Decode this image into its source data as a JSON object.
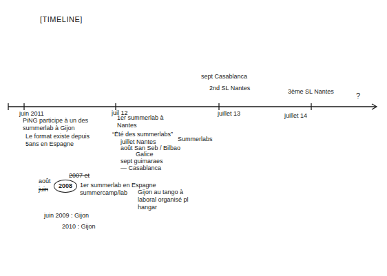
{
  "diagram": {
    "title": "[TIMELINE]",
    "nodes": [
      {
        "text": [
          "2008"
        ]
      }
    ],
    "labels": [
      "sept Casablanca",
      "2nd SL Nantes",
      "3ème SL Nantes",
      "?",
      "juin 2011",
      "PiNG participe à un des summerlab à Gijon",
      "Le format existe depuis 5ans en Espagne",
      "juil 12",
      "1er summerlab à Nantes",
      "“Été des summerlabs”",
      "juillet Nantes",
      "Summerlabs",
      "août San Seb / Bilbao",
      "Galice",
      "sept guimaraes",
      "— Casablanca",
      "juillet 13",
      "juillet 14",
      "2007 et",
      "août",
      "juin",
      "1er summerlab en Espagne summercamp/lab",
      "Gijon au tango à laboral organisé pl hangar",
      "juin 2009 : Gijon",
      "2010 : Gijon"
    ]
  }
}
